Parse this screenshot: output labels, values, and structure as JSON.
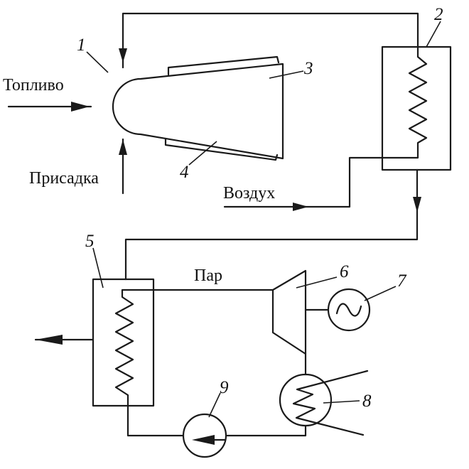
{
  "labels": {
    "fuel": "Топливо",
    "additive": "Присадка",
    "air": "Воздух",
    "steam": "Пар"
  },
  "numbers": {
    "n1": "1",
    "n2": "2",
    "n3": "3",
    "n4": "4",
    "n5": "5",
    "n6": "6",
    "n7": "7",
    "n8": "8",
    "n9": "9"
  },
  "icons": {
    "generator": "sine-wave-icon",
    "pump": "left-arrow-icon"
  },
  "colors": {
    "line": "#1a1a1a",
    "background": "#ffffff"
  }
}
